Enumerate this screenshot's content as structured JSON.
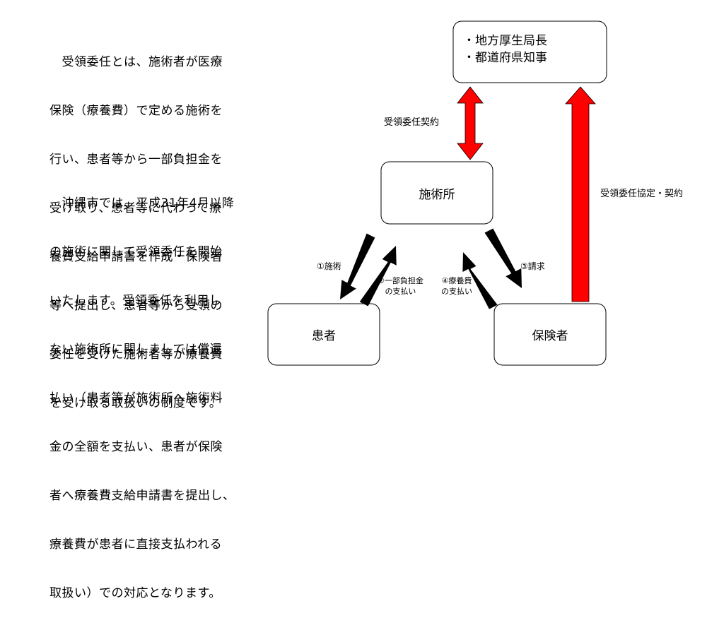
{
  "left_text": {
    "paragraph1_lines": [
      "　受領委任とは、施術者が医療",
      "保険（療養費）で定める施術を",
      "行い、患者等から一部負担金を",
      "受け取り、患者等に代わって療",
      "養費支給申請書を作成・保険者",
      "等へ提出し、患者等から受領の",
      "委任を受けた施術者等が療養費",
      "を受け取る取扱いの制度です。"
    ],
    "paragraph2_lines": [
      "　沖縄市では、平成31年4月以降",
      "の施術に関して受領委任を開始",
      "いたします。受領委任を利用し",
      "ない施術所に関しましては償還",
      "払い（患者等が施術所へ施術料",
      "金の全額を支払い、患者が保険",
      "者へ療養費支給申請書を提出し、",
      "療養費が患者に直接支払われる",
      "取扱い）での対応となります。"
    ]
  },
  "nodes": {
    "authority": {
      "items": [
        "・地方厚生局長",
        "・都道府県知事"
      ]
    },
    "clinic": {
      "label": "施術所"
    },
    "patient": {
      "label": "患者"
    },
    "insurer": {
      "label": "保険者"
    }
  },
  "edges": {
    "contract": {
      "label": "受領委任契約",
      "color": "#ff0000"
    },
    "agreement": {
      "label": "受領委任協定・契約",
      "color": "#ff0000"
    },
    "treatment": {
      "label": "①施術"
    },
    "copay_line1": "②一部負担金",
    "copay_line2": "の支払い",
    "claim": {
      "label": "③請求"
    },
    "reimburse_line1": "④療養費",
    "reimburse_line2": "の支払い",
    "flow_color": "#000000"
  }
}
